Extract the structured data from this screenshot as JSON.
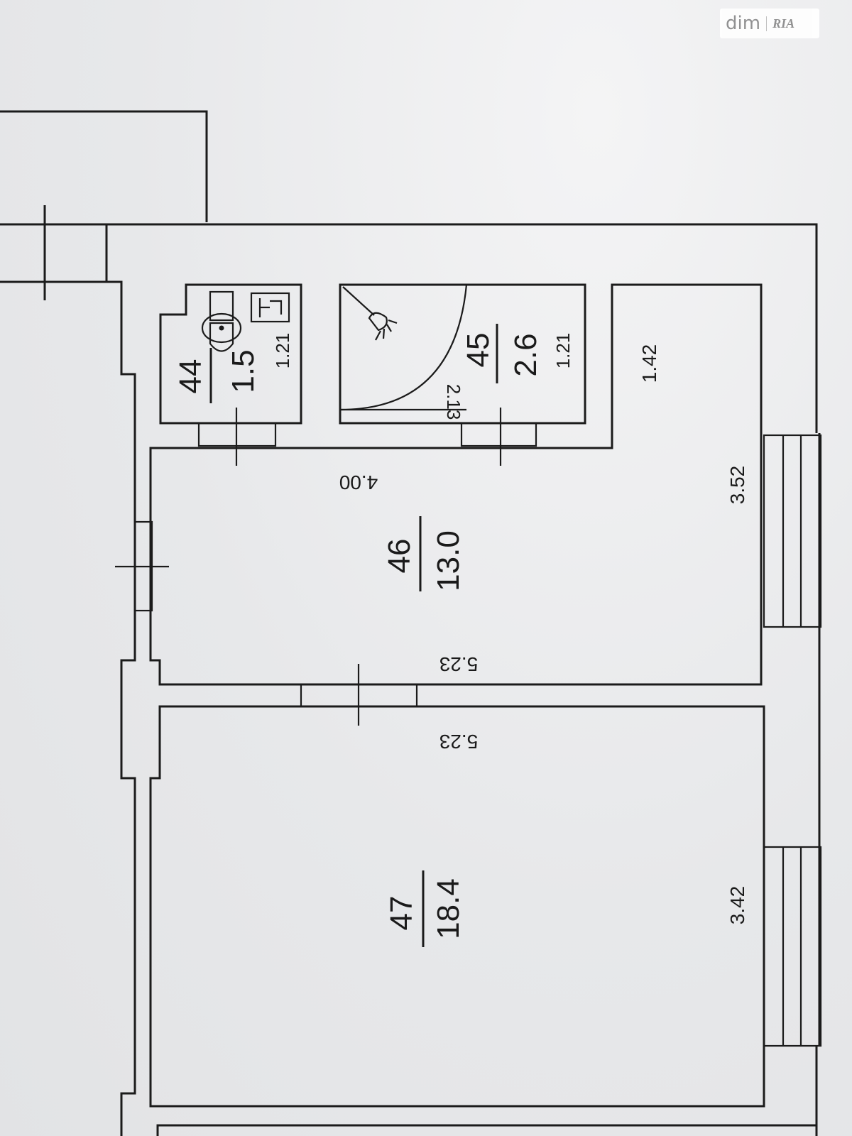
{
  "watermark": {
    "text": "dim",
    "logo": "RIA"
  },
  "rooms": [
    {
      "id": "wc",
      "number": "44",
      "area": "1.5",
      "width": "1.21"
    },
    {
      "id": "bath",
      "number": "45",
      "area": "2.6",
      "width": "1.21",
      "length": "2.13"
    },
    {
      "id": "kitchen",
      "number": "46",
      "area": "13.0",
      "dim_top": "4.00",
      "dim_bottom": "5.23",
      "dim_window": "3.52",
      "dim_corridor": "1.42"
    },
    {
      "id": "living",
      "number": "47",
      "area": "18.4",
      "dim_top": "5.23",
      "dim_window": "3.42"
    }
  ],
  "icons": [
    "toilet-icon",
    "water-heater-icon",
    "shower-icon"
  ]
}
